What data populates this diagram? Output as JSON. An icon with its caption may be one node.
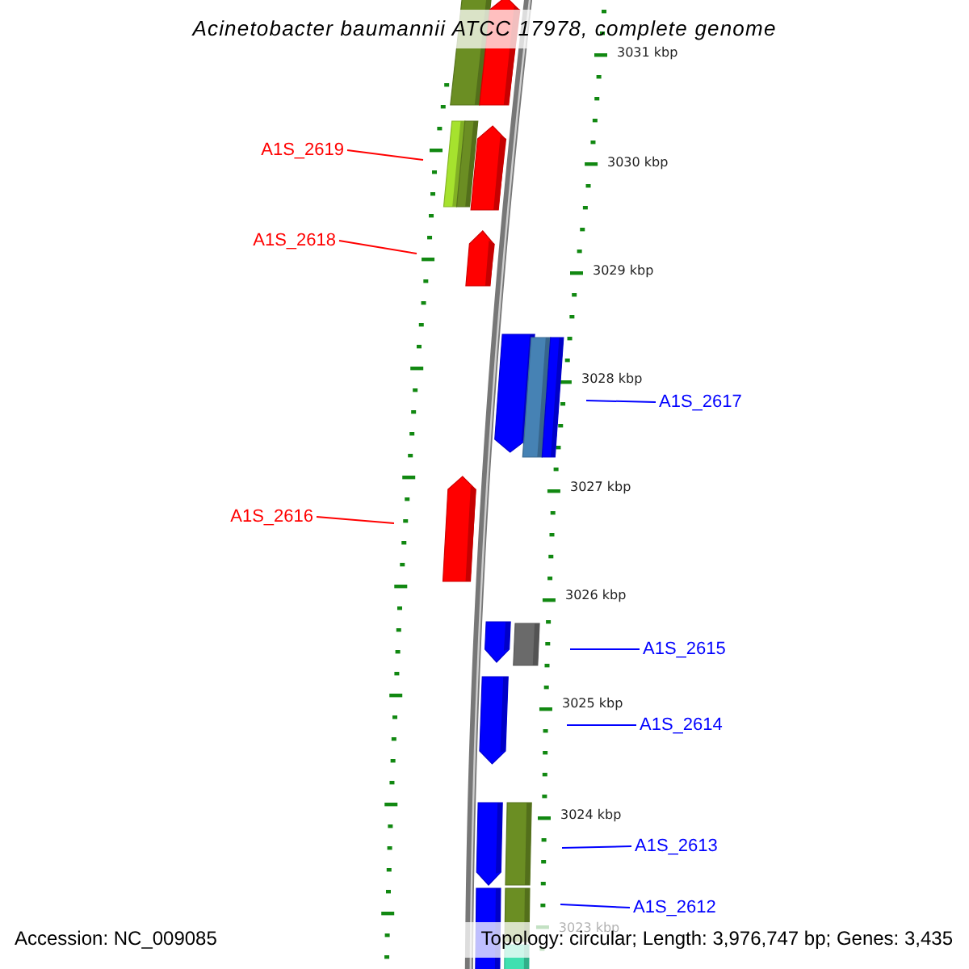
{
  "diagram": {
    "title": "Acinetobacter baumannii ATCC 17978, complete genome",
    "nodes": [
      {
        "text": [
          "A1S_2619"
        ]
      },
      {
        "text": [
          "A1S_2618"
        ]
      },
      {
        "text": [
          "A1S_2617"
        ]
      },
      {
        "text": [
          "A1S_2616"
        ]
      },
      {
        "text": [
          "A1S_2615"
        ]
      },
      {
        "text": [
          "A1S_2614"
        ]
      },
      {
        "text": [
          "A1S_2613"
        ]
      },
      {
        "text": [
          "A1S_2612"
        ]
      }
    ],
    "edges": [
      {
        "from": 0,
        "to": null,
        "arrow": "none",
        "color": "#ff0000"
      },
      {
        "from": 1,
        "to": null,
        "arrow": "none",
        "color": "#ff0000"
      },
      {
        "from": 2,
        "to": null,
        "arrow": "none"
      },
      {
        "from": 3,
        "to": null,
        "arrow": "none",
        "color": "#ff0000"
      },
      {
        "from": 4,
        "to": null,
        "arrow": "none"
      },
      {
        "from": 5,
        "to": null,
        "arrow": "none"
      },
      {
        "from": 6,
        "to": null,
        "arrow": "none"
      },
      {
        "from": 7,
        "to": null,
        "arrow": "none"
      }
    ],
    "labels": [
      "3031 kbp",
      "3030 kbp",
      "3029 kbp",
      "3028 kbp",
      "3027 kbp",
      "3026 kbp",
      "3025 kbp",
      "3024 kbp",
      "3023 kbp",
      "Accession: NC_009085",
      "Topology: circular; Length: 3,976,747 bp; Genes: 3,435"
    ]
  }
}
